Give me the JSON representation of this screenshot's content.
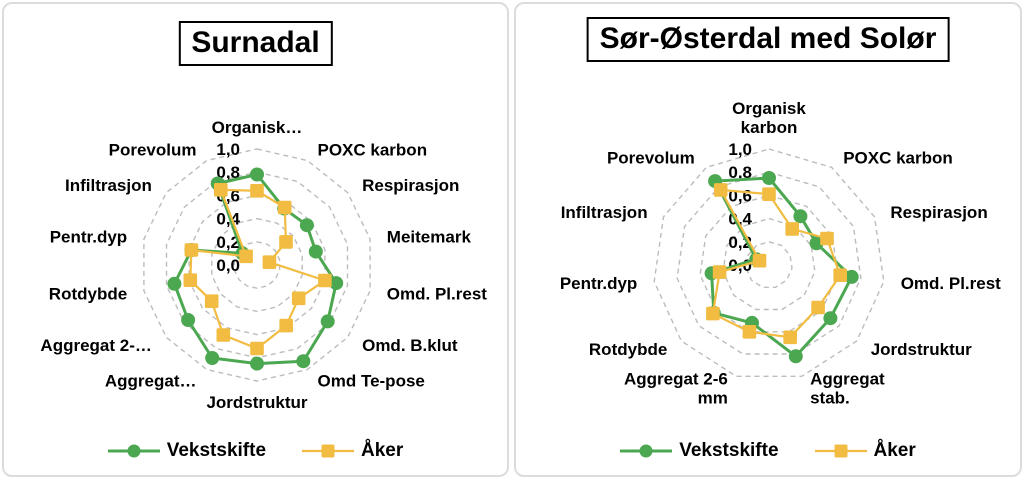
{
  "colors": {
    "vekstskifte": "#4ca751",
    "aker": "#f1bc41",
    "grid": "#bcbcbc",
    "title_border": "#000000",
    "panel_border": "#dcdcdc"
  },
  "panels": [
    {
      "title": "Surnadal",
      "chart_data": {
        "type": "radar",
        "title": "Surnadal",
        "categories": [
          "Organisk…",
          "POXC karbon",
          "Respirasjon",
          "Meitemark",
          "Omd. Pl.rest",
          "Omd. B.klut",
          "Omd Te-pose",
          "Jordstruktur",
          "Aggregat…",
          "Aggregat 2-…",
          "Rotdybde",
          "Pentr.dyp",
          "Infiltrasjon",
          "Porevolum"
        ],
        "series": [
          {
            "name": "Vekstskifte",
            "marker": "circle",
            "color_key": "vekstskifte",
            "values": [
              0.78,
              0.54,
              0.55,
              0.52,
              0.7,
              0.78,
              0.92,
              0.85,
              0.89,
              0.76,
              0.73,
              0.58,
              0.16,
              0.78
            ]
          },
          {
            "name": "Åker",
            "marker": "square",
            "color_key": "aker",
            "values": [
              0.64,
              0.55,
              0.32,
              0.11,
              0.6,
              0.46,
              0.58,
              0.72,
              0.67,
              0.5,
              0.59,
              0.58,
              0.12,
              0.72
            ]
          }
        ],
        "rlim": [
          0,
          1
        ],
        "tick_step": 0.2,
        "tick_labels": [
          "0,0",
          "0,2",
          "0,4",
          "0,6",
          "0,8",
          "1,0"
        ],
        "grid": "dashed-rings",
        "legend_position": "bottom"
      }
    },
    {
      "title": "Sør-Østerdal med Solør",
      "chart_data": {
        "type": "radar",
        "title": "Sør-Østerdal med Solør",
        "categories": [
          "Organisk\nkarbon",
          "POXC karbon",
          "Respirasjon",
          "Omd. Pl.rest",
          "Jordstruktur",
          "Aggregat\nstab.",
          "Aggregat 2-6\nmm",
          "Rotdybde",
          "Pentr.dyp",
          "Infiltrasjon",
          "Porevolum"
        ],
        "series": [
          {
            "name": "Vekstskifte",
            "marker": "circle",
            "color_key": "vekstskifte",
            "values": [
              0.75,
              0.5,
              0.45,
              0.72,
              0.7,
              0.82,
              0.52,
              0.63,
              0.5,
              0.12,
              0.86
            ]
          },
          {
            "name": "Åker",
            "marker": "square",
            "color_key": "aker",
            "values": [
              0.61,
              0.37,
              0.55,
              0.62,
              0.56,
              0.65,
              0.6,
              0.64,
              0.43,
              0.09,
              0.77
            ]
          }
        ],
        "rlim": [
          0,
          1
        ],
        "tick_step": 0.2,
        "tick_labels": [
          "0,0",
          "0,2",
          "0,4",
          "0,6",
          "0,8",
          "1,0"
        ],
        "grid": "dashed-rings",
        "legend_position": "bottom"
      }
    }
  ]
}
